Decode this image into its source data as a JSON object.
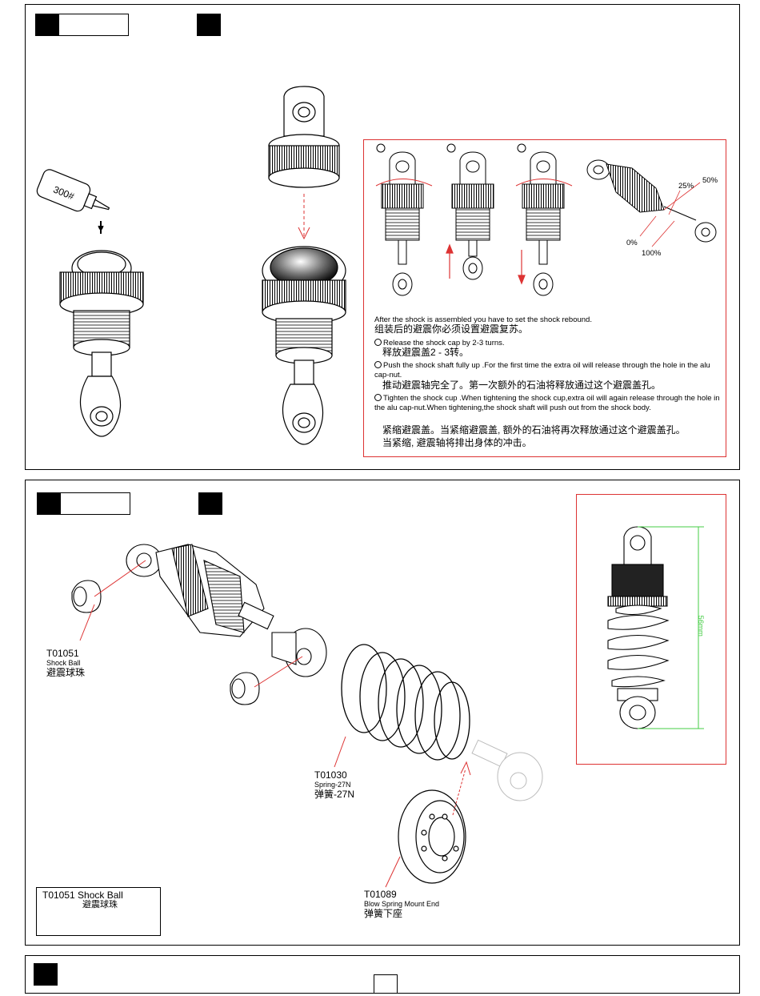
{
  "step1": {
    "oil_bottle_label": "300#",
    "rebound_percents": [
      "25%",
      "50%",
      "0%",
      "100%"
    ],
    "instructions": {
      "intro_en": "After the shock is assembled you have to set the shock rebound.",
      "intro_cn": "组装后的避震你必须设置避震复苏。",
      "step_1_en": "Release the shock cap by 2-3 turns.",
      "step_1_cn": "释放避震盖2 - 3转。",
      "step_2_en": "Push the shock shaft fully up .For the first time the extra oil will release through the hole in the alu cap-nut.",
      "step_2_cn": "推动避震轴完全了。第一次额外的石油将释放通过这个避震盖孔。",
      "step_3_en": "Tighten the shock cup .When tightening the shock cup,extra oil will again release through the hole in the alu cap-nut.When tightening,the shock shaft will push out from the shock body.",
      "step_3_cn_a": "紧缩避震盖。当紧缩避震盖, 额外的石油将再次释放通过这个避震盖孔。",
      "step_3_cn_b": "当紧缩, 避震轴将排出身体的冲击。"
    }
  },
  "step2": {
    "dimension_label": "56mm",
    "parts": [
      {
        "code": "T01051",
        "name_en": "Shock Ball",
        "name_cn": "避震球珠"
      },
      {
        "code": "T01030",
        "name_en": "Spring-27N",
        "name_cn": "弹簧-27N"
      },
      {
        "code": "T01089",
        "name_en": "Blow Spring Mount End",
        "name_cn": "弹簧下座"
      }
    ],
    "legend": {
      "code": "T01051",
      "name_en": "Shock Ball",
      "name_cn": "避震球珠"
    }
  }
}
